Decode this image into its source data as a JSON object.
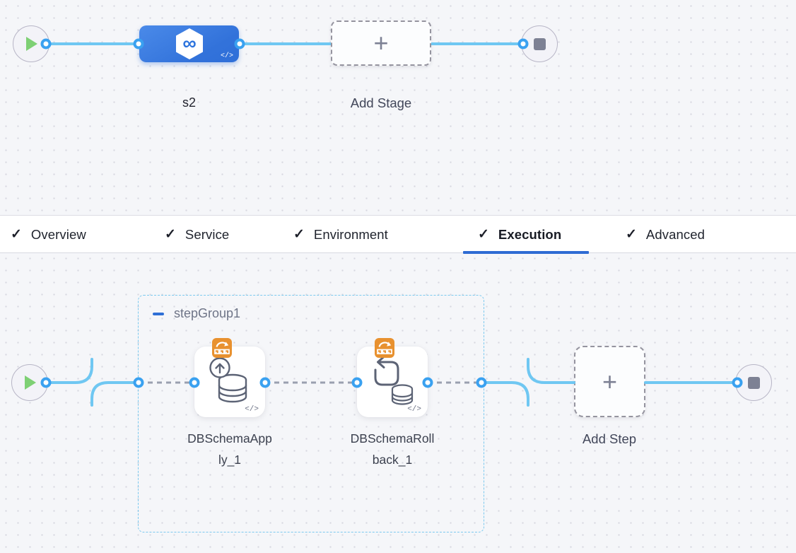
{
  "stage_pipeline": {
    "stage_label": "s2",
    "add_stage_label": "Add Stage",
    "plus_glyph": "+",
    "code_glyph": "</>",
    "infinity_glyph": "∞"
  },
  "tab_bar": {
    "check_glyph": "✓",
    "tabs": [
      {
        "label": "Overview",
        "checked": true,
        "active": false
      },
      {
        "label": "Service",
        "checked": true,
        "active": false
      },
      {
        "label": "Environment",
        "checked": true,
        "active": false
      },
      {
        "label": "Execution",
        "checked": true,
        "active": true
      },
      {
        "label": "Advanced",
        "checked": true,
        "active": false
      }
    ]
  },
  "execution": {
    "step_group_label": "stepGroup1",
    "steps": [
      {
        "label": "DBSchemaApply_1",
        "icon": "db-schema-apply-icon",
        "code_glyph": "</>"
      },
      {
        "label": "DBSchemaRollback_1",
        "icon": "db-schema-rollback-icon",
        "code_glyph": "</>"
      }
    ],
    "add_step_label": "Add Step",
    "plus_glyph": "+"
  },
  "colors": {
    "stage_node_blue": "#3b7de2",
    "connector_blue": "#6fc7f2",
    "port_blue": "#3aa1f0",
    "dashed_connector_grey": "#9aa0af",
    "active_tab_underline": "#2e6bd3",
    "step_group_border": "#7bc9ef",
    "badge_orange": "#e8912f",
    "play_green": "#7ed074",
    "stop_grey": "#7d8194"
  }
}
